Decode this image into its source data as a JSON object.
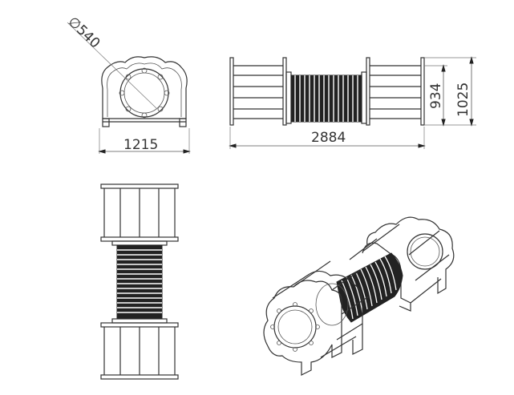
{
  "dimensions": {
    "diameter": "∅540",
    "front_width": "1215",
    "total_length": "2884",
    "inner_height": "934",
    "total_height": "1025"
  },
  "colors": {
    "line": "#333333",
    "bellows": "#222222",
    "background": "#ffffff"
  }
}
